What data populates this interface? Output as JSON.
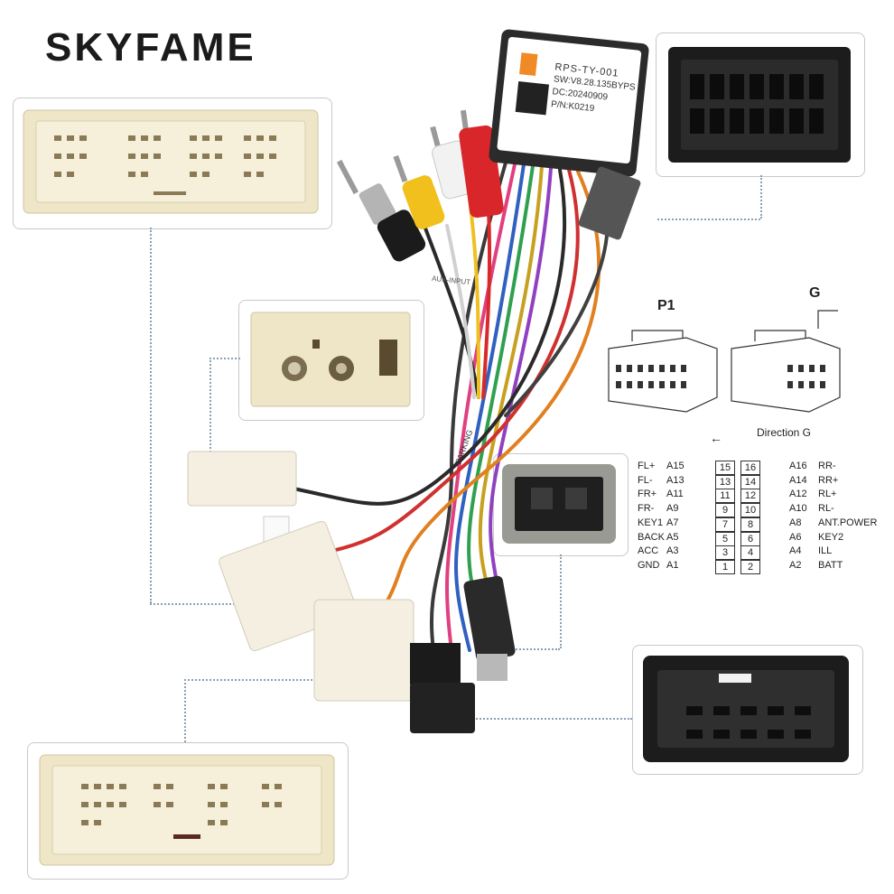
{
  "brand": "SKYFAME",
  "decoder": {
    "model": "RPS-TY-001",
    "sw": "SW:V8.28.135BYPS",
    "dc": "DC:20240909",
    "pn": "P/N:K0219"
  },
  "harness_labels": {
    "aux": "AUX-INPUT",
    "parking": "PARKING"
  },
  "diagram": {
    "p1_label": "P1",
    "g_label": "G",
    "direction_label": "Direction G"
  },
  "pinout": {
    "rows": [
      {
        "left_func": "FL+",
        "left_pin": "A15",
        "left_num": "15",
        "right_num": "16",
        "right_pin": "A16",
        "right_func": "RR-"
      },
      {
        "left_func": "FL-",
        "left_pin": "A13",
        "left_num": "13",
        "right_num": "14",
        "right_pin": "A14",
        "right_func": "RR+"
      },
      {
        "left_func": "FR+",
        "left_pin": "A11",
        "left_num": "11",
        "right_num": "12",
        "right_pin": "A12",
        "right_func": "RL+"
      },
      {
        "left_func": "FR-",
        "left_pin": "A9",
        "left_num": "9",
        "right_num": "10",
        "right_pin": "A10",
        "right_func": "RL-"
      },
      {
        "left_func": "KEY1",
        "left_pin": "A7",
        "left_num": "7",
        "right_num": "8",
        "right_pin": "A8",
        "right_func": "ANT.POWER"
      },
      {
        "left_func": "BACK",
        "left_pin": "A5",
        "left_num": "5",
        "right_num": "6",
        "right_pin": "A6",
        "right_func": "KEY2"
      },
      {
        "left_func": "ACC",
        "left_pin": "A3",
        "left_num": "3",
        "right_num": "4",
        "right_pin": "A4",
        "right_func": "ILL"
      },
      {
        "left_func": "GND",
        "left_pin": "A1",
        "left_num": "1",
        "right_num": "2",
        "right_pin": "A2",
        "right_func": "BATT"
      }
    ]
  },
  "colors": {
    "connector_cream": "#efe6c8",
    "connector_black": "#1c1c1c",
    "rca_red": "#d8262a",
    "rca_white": "#f2f2f2",
    "rca_yellow": "#f1c01c"
  }
}
